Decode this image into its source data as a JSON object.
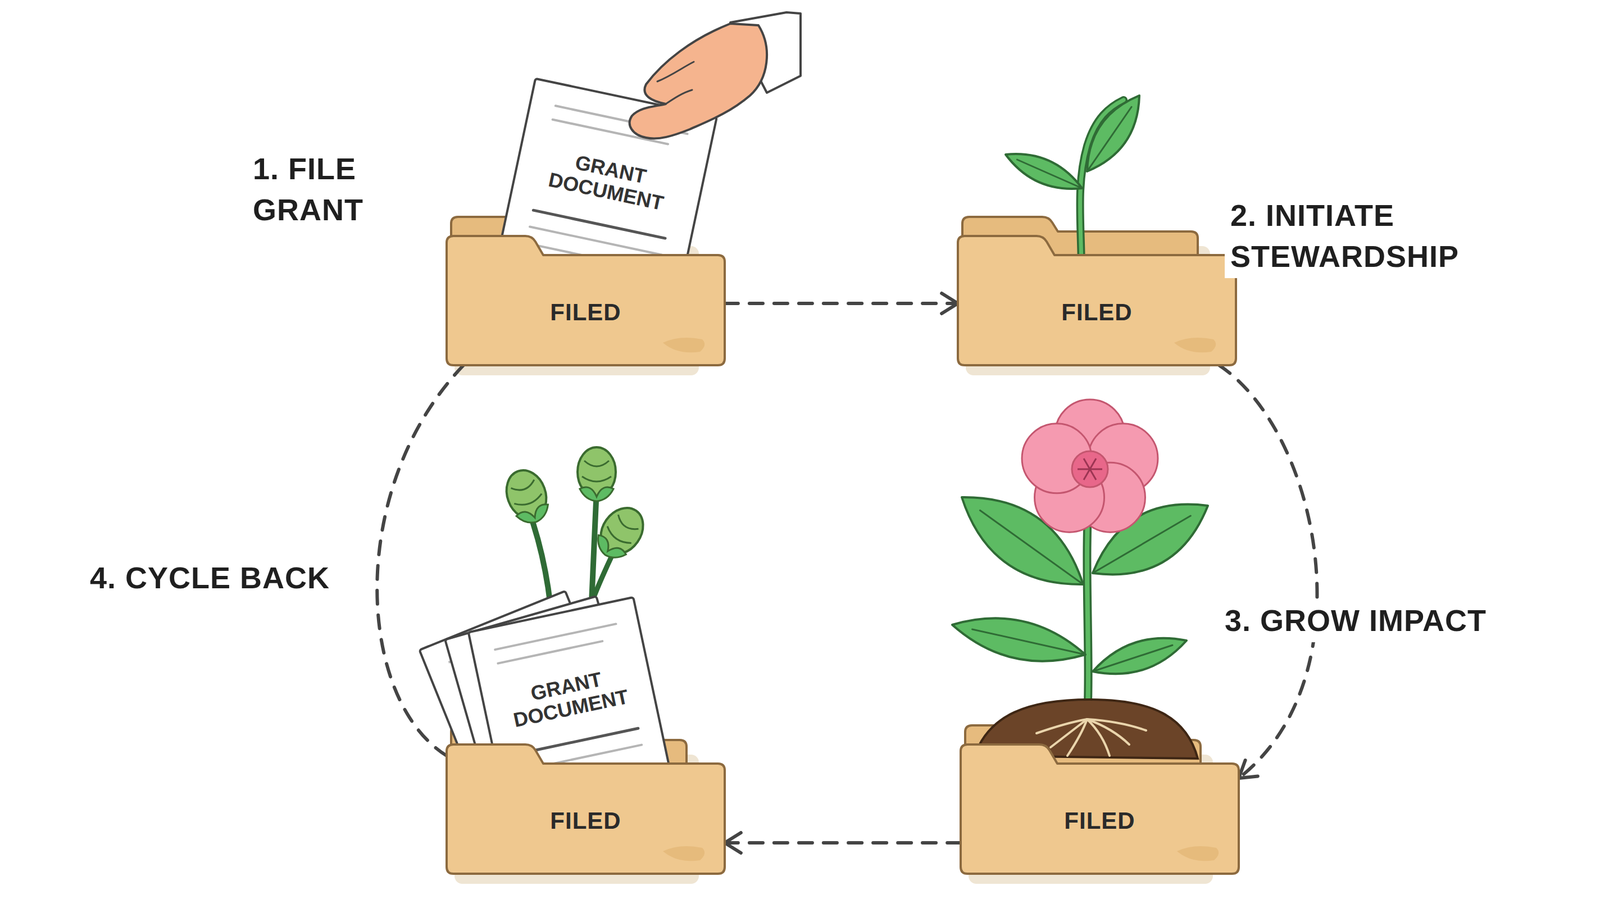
{
  "diagram": {
    "nodes": [
      {
        "text": [
          "FILED"
        ]
      },
      {
        "text": [
          "FILED"
        ]
      },
      {
        "text": [
          "FILED"
        ]
      },
      {
        "text": [
          "FILED"
        ]
      }
    ],
    "edges": [
      {
        "from": 0,
        "to": 1,
        "arrow": "to"
      },
      {
        "from": 1,
        "to": 2,
        "arrow": "to"
      },
      {
        "from": 2,
        "to": 3,
        "arrow": "to"
      },
      {
        "from": 3,
        "to": 0,
        "arrow": "none"
      }
    ],
    "labels": [
      "1. FILE GRANT",
      "GRANT DOCUMENT",
      "2. INITIATE STEWARDSHIP",
      "3. GROW IMPACT",
      "4. CYCLE BACK",
      "GRANT DOCUMENT"
    ]
  }
}
